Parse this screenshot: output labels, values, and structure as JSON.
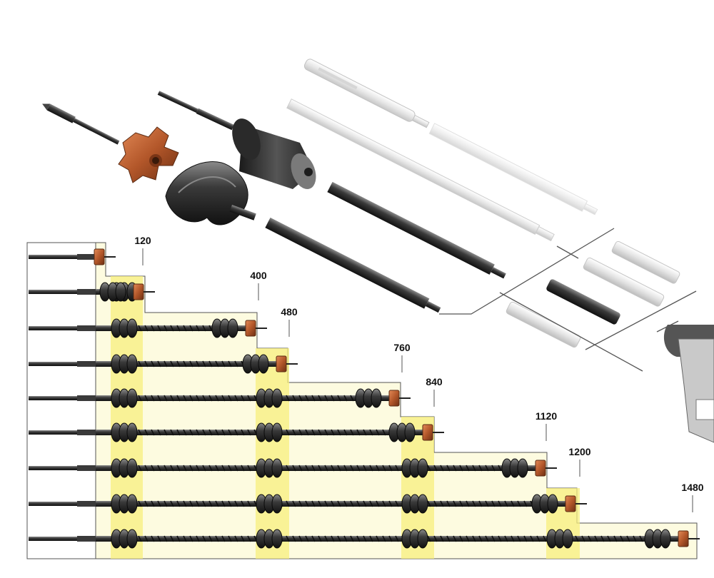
{
  "colors": {
    "background": "#ffffff",
    "step_fill": "#fdfbe0",
    "section_highlight": "#f7ef7d",
    "frame_line": "#555555",
    "auger_dark": "#2b2b2b",
    "auger_light": "#d9d9d9",
    "cutter_copper": "#b3572a"
  },
  "components": [
    {
      "name": "pilot-drill-bit",
      "icon": "drill-bit-icon"
    },
    {
      "name": "cutting-head",
      "icon": "cutter-head-icon"
    },
    {
      "name": "short-pilot-bit",
      "icon": "drill-bit-icon"
    },
    {
      "name": "auger-flight-section",
      "icon": "auger-icon"
    },
    {
      "name": "coupling-adapter",
      "icon": "adapter-icon"
    },
    {
      "name": "auger-extension-short",
      "icon": "auger-icon"
    },
    {
      "name": "auger-extension-long",
      "icon": "auger-icon"
    },
    {
      "name": "sds-adapter-shafts",
      "icon": "adapter-icon"
    },
    {
      "name": "hammer-drill",
      "icon": "drill-icon"
    }
  ],
  "configurations": [
    {
      "length_label": "120"
    },
    {
      "length_label": "400"
    },
    {
      "length_label": "480"
    },
    {
      "length_label": "760"
    },
    {
      "length_label": "840"
    },
    {
      "length_label": "1120"
    },
    {
      "length_label": "1200"
    },
    {
      "length_label": "1480"
    }
  ]
}
